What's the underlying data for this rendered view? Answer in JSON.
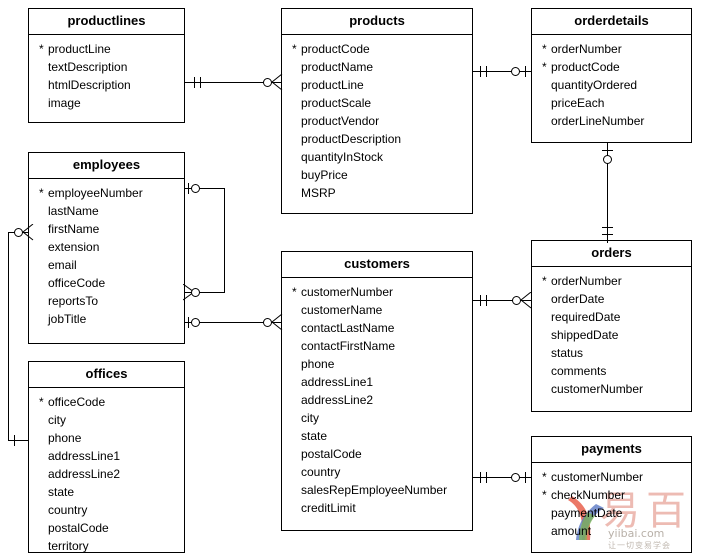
{
  "diagram": {
    "type": "entity-relationship-diagram",
    "notation": "crows-foot",
    "pk_marker": "*",
    "line_color": "#000000",
    "background_color": "#ffffff"
  },
  "entities": [
    {
      "id": "productlines",
      "title": "productlines",
      "fields": [
        {
          "name": "productLine",
          "pk": "*"
        },
        {
          "name": "textDescription",
          "pk": ""
        },
        {
          "name": "htmlDescription",
          "pk": ""
        },
        {
          "name": "image",
          "pk": ""
        }
      ]
    },
    {
      "id": "products",
      "title": "products",
      "fields": [
        {
          "name": "productCode",
          "pk": "*"
        },
        {
          "name": "productName",
          "pk": ""
        },
        {
          "name": "productLine",
          "pk": ""
        },
        {
          "name": "productScale",
          "pk": ""
        },
        {
          "name": "productVendor",
          "pk": ""
        },
        {
          "name": "productDescription",
          "pk": ""
        },
        {
          "name": "quantityInStock",
          "pk": ""
        },
        {
          "name": "buyPrice",
          "pk": ""
        },
        {
          "name": "MSRP",
          "pk": ""
        }
      ]
    },
    {
      "id": "orderdetails",
      "title": "orderdetails",
      "fields": [
        {
          "name": "orderNumber",
          "pk": "*"
        },
        {
          "name": "productCode",
          "pk": "*"
        },
        {
          "name": "quantityOrdered",
          "pk": ""
        },
        {
          "name": "priceEach",
          "pk": ""
        },
        {
          "name": "orderLineNumber",
          "pk": ""
        }
      ]
    },
    {
      "id": "employees",
      "title": "employees",
      "fields": [
        {
          "name": "employeeNumber",
          "pk": "*"
        },
        {
          "name": "lastName",
          "pk": ""
        },
        {
          "name": "firstName",
          "pk": ""
        },
        {
          "name": "extension",
          "pk": ""
        },
        {
          "name": "email",
          "pk": ""
        },
        {
          "name": "officeCode",
          "pk": ""
        },
        {
          "name": "reportsTo",
          "pk": ""
        },
        {
          "name": "jobTitle",
          "pk": ""
        }
      ]
    },
    {
      "id": "offices",
      "title": "offices",
      "fields": [
        {
          "name": "officeCode",
          "pk": "*"
        },
        {
          "name": "city",
          "pk": ""
        },
        {
          "name": "phone",
          "pk": ""
        },
        {
          "name": "addressLine1",
          "pk": ""
        },
        {
          "name": "addressLine2",
          "pk": ""
        },
        {
          "name": "state",
          "pk": ""
        },
        {
          "name": "country",
          "pk": ""
        },
        {
          "name": "postalCode",
          "pk": ""
        },
        {
          "name": "territory",
          "pk": ""
        }
      ]
    },
    {
      "id": "customers",
      "title": "customers",
      "fields": [
        {
          "name": "customerNumber",
          "pk": "*"
        },
        {
          "name": "customerName",
          "pk": ""
        },
        {
          "name": "contactLastName",
          "pk": ""
        },
        {
          "name": "contactFirstName",
          "pk": ""
        },
        {
          "name": "phone",
          "pk": ""
        },
        {
          "name": "addressLine1",
          "pk": ""
        },
        {
          "name": "addressLine2",
          "pk": ""
        },
        {
          "name": "city",
          "pk": ""
        },
        {
          "name": "state",
          "pk": ""
        },
        {
          "name": "postalCode",
          "pk": ""
        },
        {
          "name": "country",
          "pk": ""
        },
        {
          "name": "salesRepEmployeeNumber",
          "pk": ""
        },
        {
          "name": "creditLimit",
          "pk": ""
        }
      ]
    },
    {
      "id": "orders",
      "title": "orders",
      "fields": [
        {
          "name": "orderNumber",
          "pk": "*"
        },
        {
          "name": "orderDate",
          "pk": ""
        },
        {
          "name": "requiredDate",
          "pk": ""
        },
        {
          "name": "shippedDate",
          "pk": ""
        },
        {
          "name": "status",
          "pk": ""
        },
        {
          "name": "comments",
          "pk": ""
        },
        {
          "name": "customerNumber",
          "pk": ""
        }
      ]
    },
    {
      "id": "payments",
      "title": "payments",
      "fields": [
        {
          "name": "customerNumber",
          "pk": "*"
        },
        {
          "name": "checkNumber",
          "pk": "*"
        },
        {
          "name": "paymentDate",
          "pk": ""
        },
        {
          "name": "amount",
          "pk": ""
        }
      ]
    }
  ],
  "relationships": [
    {
      "from": "productlines",
      "to": "products",
      "from_cardinality": "one-mandatory",
      "to_cardinality": "zero-or-many"
    },
    {
      "from": "products",
      "to": "orderdetails",
      "from_cardinality": "one-mandatory",
      "to_cardinality": "zero-or-one"
    },
    {
      "from": "orderdetails",
      "to": "orders",
      "from_cardinality": "zero-or-one",
      "to_cardinality": "one-mandatory"
    },
    {
      "from": "employees",
      "to": "employees",
      "from_cardinality": "zero-or-one",
      "to_cardinality": "zero-or-many"
    },
    {
      "from": "employees",
      "to": "customers",
      "from_cardinality": "zero-or-one",
      "to_cardinality": "zero-or-many"
    },
    {
      "from": "offices",
      "to": "employees",
      "from_cardinality": "one-mandatory",
      "to_cardinality": "zero-or-many"
    },
    {
      "from": "customers",
      "to": "orders",
      "from_cardinality": "one-mandatory",
      "to_cardinality": "zero-or-many"
    },
    {
      "from": "customers",
      "to": "payments",
      "from_cardinality": "one-mandatory",
      "to_cardinality": "zero-or-one"
    }
  ],
  "watermark": {
    "cjk_text": "易百",
    "domain_text": "yiibai.com",
    "slogan_text": "让一切变易学会",
    "cjk_color": "#e8a59a",
    "domain_color": "#b8b0a8"
  }
}
